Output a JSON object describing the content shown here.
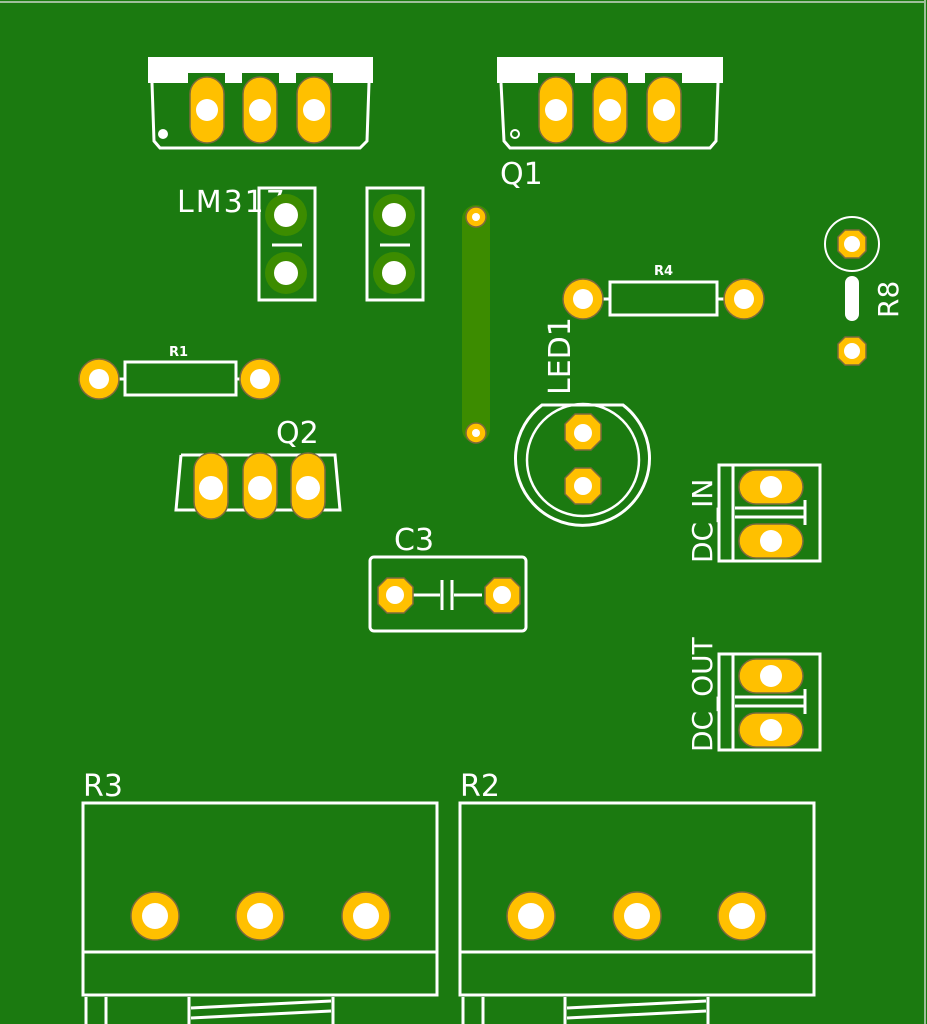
{
  "app": {
    "view": "PCB layout (top layer)"
  },
  "colors": {
    "board": "#1b7a10",
    "silkscreen": "#ffffff",
    "copper_pad": "#ffc000",
    "pad_outline": "#7d6a3c",
    "trace": "#3c8c00"
  },
  "components": {
    "lm317": {
      "ref": "LM317",
      "type": "TO-220 3-pin"
    },
    "q1": {
      "ref": "Q1",
      "type": "TO-220 3-pin"
    },
    "q2": {
      "ref": "Q2",
      "type": "TO-92 3-pin"
    },
    "r1": {
      "ref": "R1",
      "type": "axial resistor"
    },
    "r4": {
      "ref": "R4",
      "type": "axial resistor"
    },
    "r8": {
      "ref": "R8",
      "type": "vertical resistor"
    },
    "led1": {
      "ref": "LED1",
      "type": "5mm LED"
    },
    "c3": {
      "ref": "C3",
      "type": "ceramic capacitor"
    },
    "dc_in": {
      "ref": "DC_IN",
      "type": "2-pin terminal block"
    },
    "dc_out": {
      "ref": "DC_OUT",
      "type": "2-pin terminal block"
    },
    "r3": {
      "ref": "R3",
      "type": "trimmer potentiometer"
    },
    "r2": {
      "ref": "R2",
      "type": "trimmer potentiometer"
    },
    "jumpers": {
      "count": 2,
      "type": "2-pin header"
    },
    "trace": {
      "type": "copper trace",
      "pads": 2
    }
  }
}
